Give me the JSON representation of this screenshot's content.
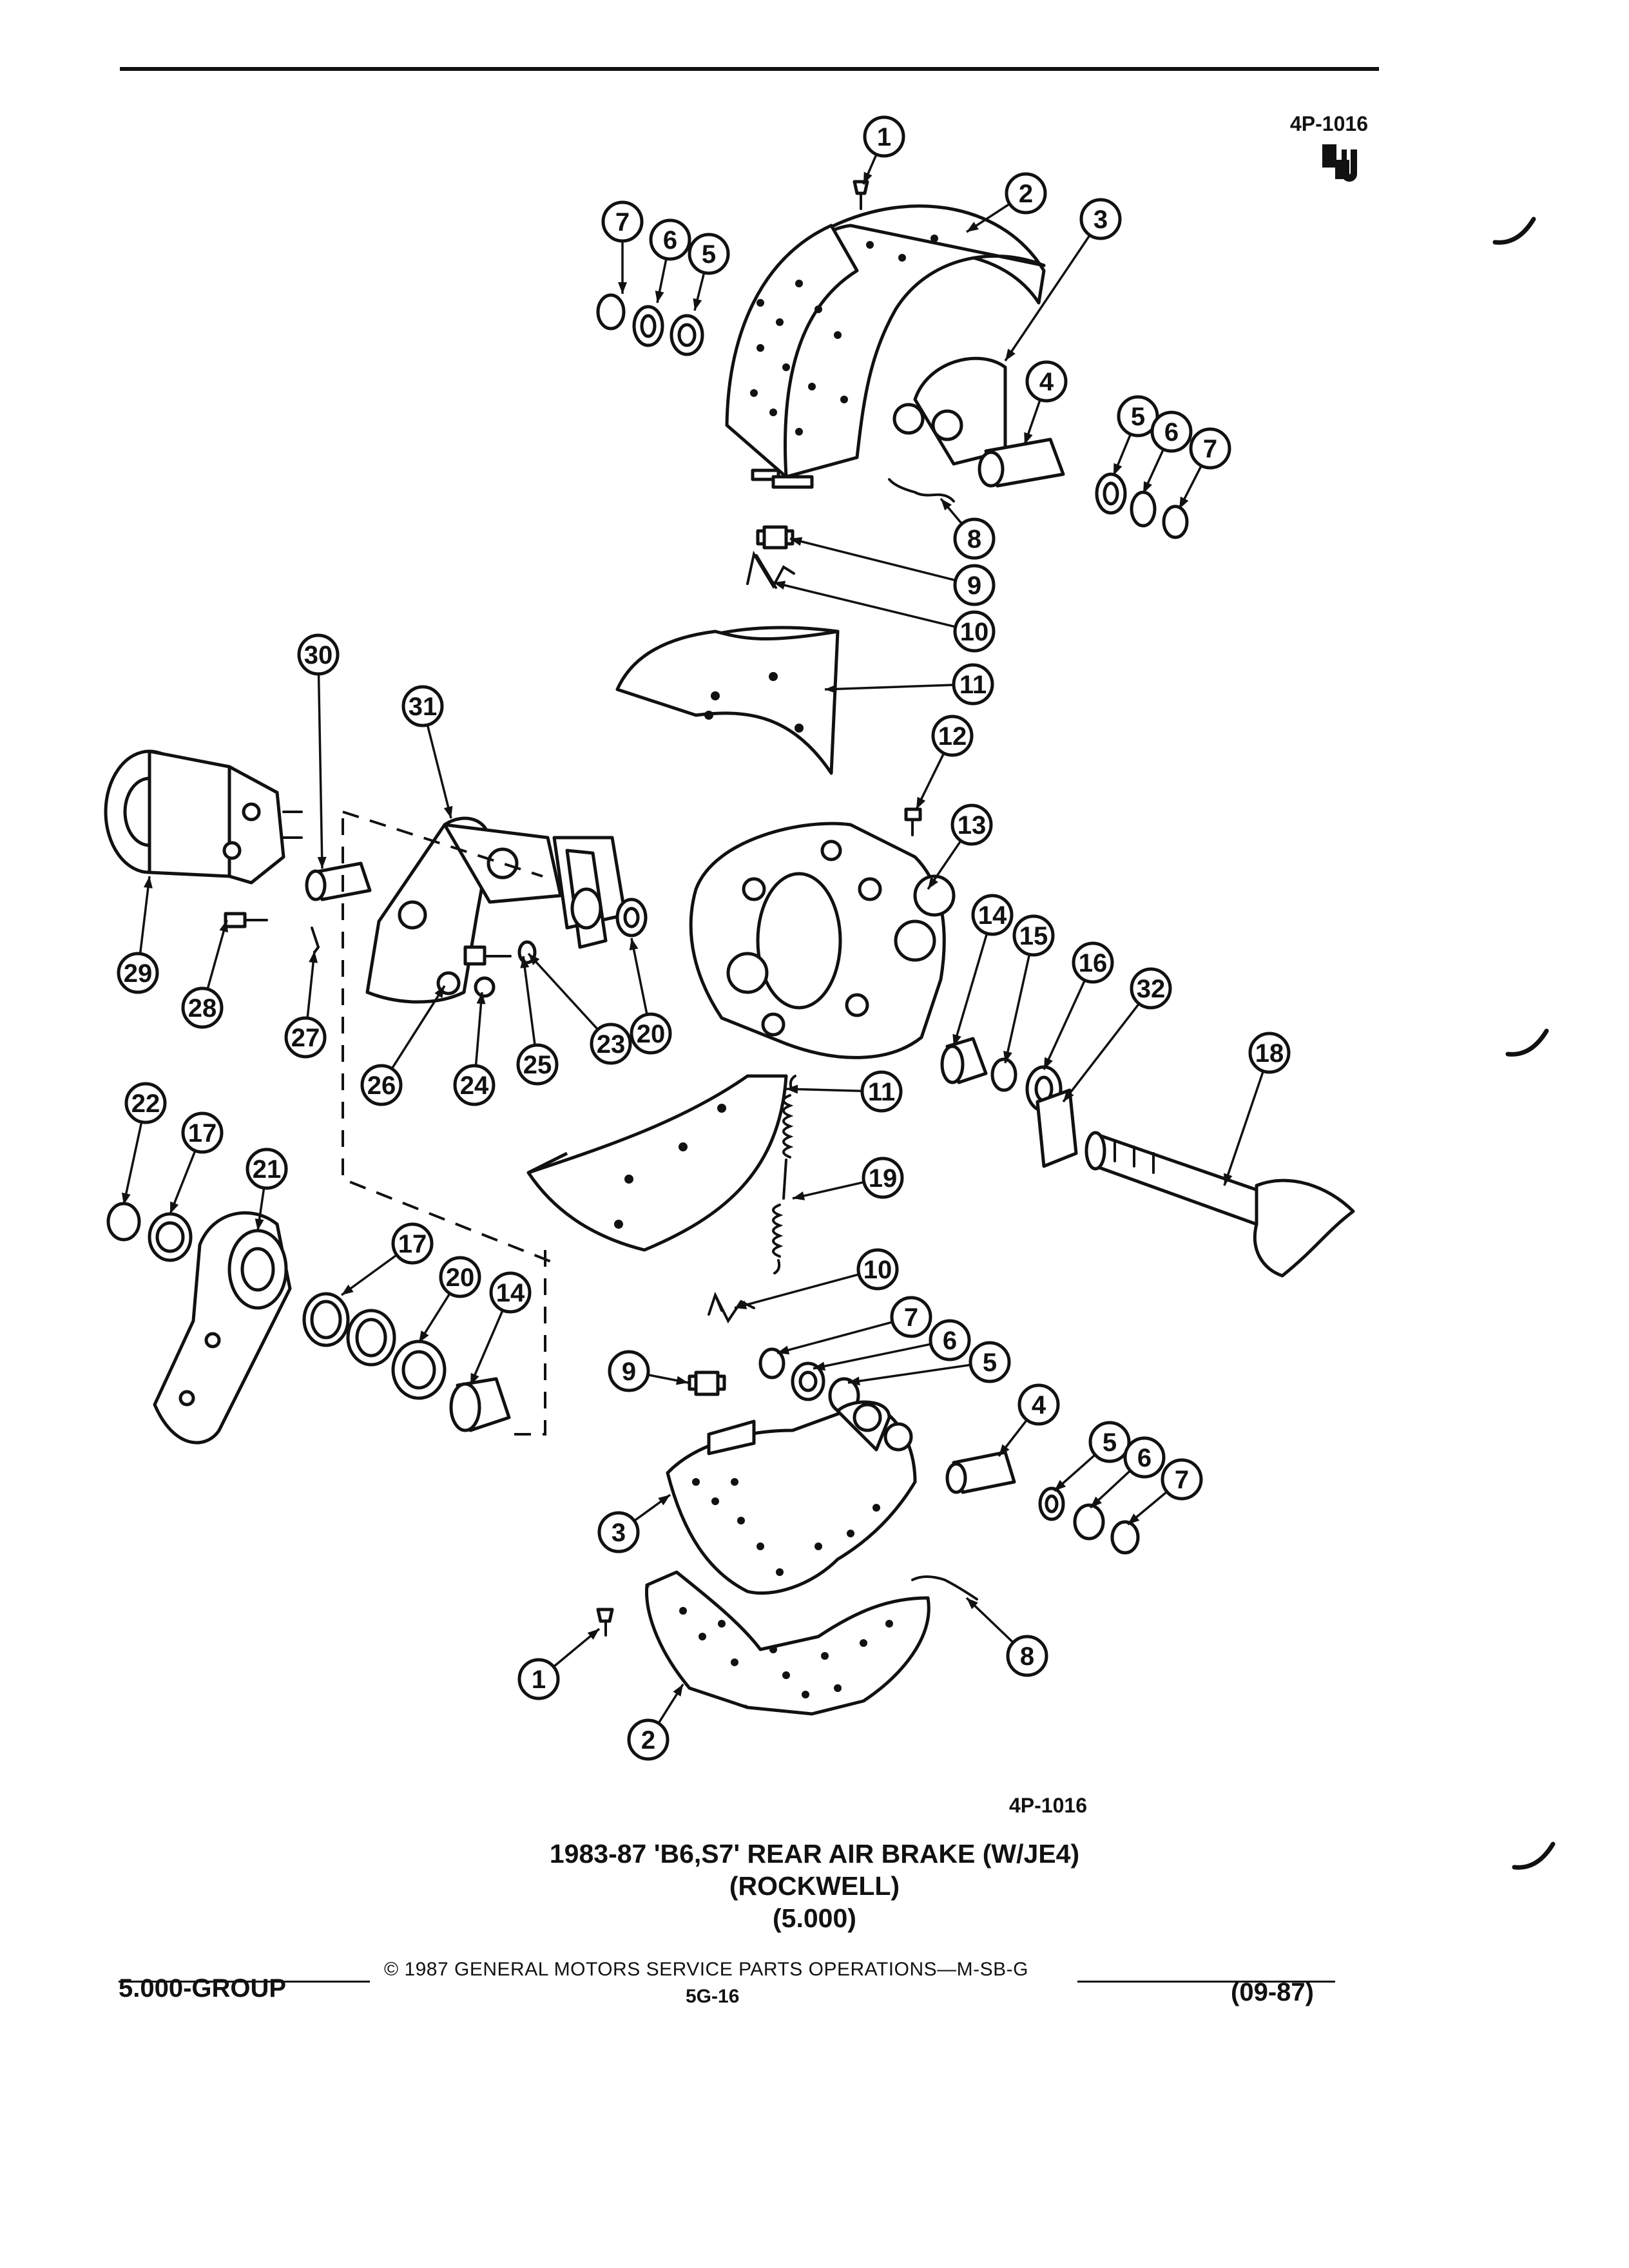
{
  "figure_id": "4P-1016",
  "title_lines": [
    "1983-87 'B6,S7' REAR AIR BRAKE (W/JE4)",
    "(ROCKWELL)",
    "(5.000)"
  ],
  "footer": {
    "copyright": "© 1987 GENERAL MOTORS SERVICE PARTS OPERATIONS—M-SB-G",
    "group": "5.000-GROUP",
    "page": "5G-16",
    "date": "(09-87)"
  },
  "logo": "gm-service-parts-logo",
  "callouts": [
    "1",
    "7",
    "6",
    "5",
    "2",
    "3",
    "4",
    "5",
    "6",
    "7",
    "8",
    "9",
    "10",
    "11",
    "30",
    "31",
    "12",
    "13",
    "29",
    "28",
    "27",
    "26",
    "24",
    "25",
    "23",
    "20",
    "14",
    "15",
    "16",
    "32",
    "18",
    "11",
    "19",
    "22",
    "17",
    "21",
    "17",
    "20",
    "14",
    "10",
    "7",
    "6",
    "5",
    "9",
    "4",
    "5",
    "6",
    "7",
    "3",
    "1",
    "8",
    "2"
  ]
}
